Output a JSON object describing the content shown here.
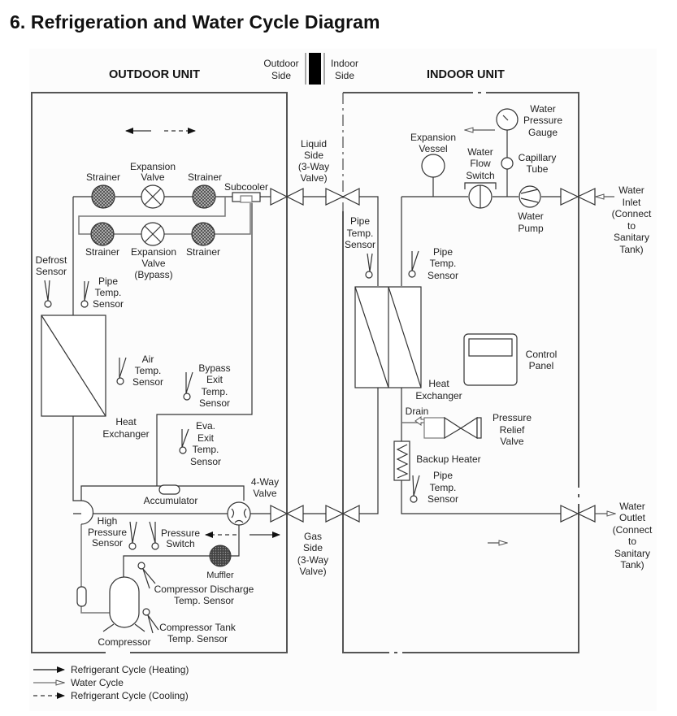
{
  "title": "6. Refrigeration and Water Cycle Diagram",
  "headers": {
    "outdoor_unit": "OUTDOOR UNIT",
    "indoor_unit": "INDOOR UNIT",
    "outdoor_side": [
      "Outdoor",
      "Side"
    ],
    "indoor_side": [
      "Indoor",
      "Side"
    ]
  },
  "outdoor": {
    "strainer": "Strainer",
    "expansion_valve": [
      "Expansion",
      "Valve"
    ],
    "expansion_valve_bypass": [
      "Expansion",
      "Valve",
      "(Bypass)"
    ],
    "subcooler": "Subcooler",
    "defrost_sensor": [
      "Defrost",
      "Sensor"
    ],
    "pipe_temp_sensor": [
      "Pipe",
      "Temp.",
      "Sensor"
    ],
    "air_temp_sensor": [
      "Air",
      "Temp.",
      "Sensor"
    ],
    "bypass_exit_temp_sensor": [
      "Bypass",
      "Exit",
      "Temp.",
      "Sensor"
    ],
    "heat_exchanger": [
      "Heat",
      "Exchanger"
    ],
    "eva_exit_temp_sensor": [
      "Eva.",
      "Exit",
      "Temp.",
      "Sensor"
    ],
    "accumulator": "Accumulator",
    "four_way_valve": [
      "4-Way",
      "Valve"
    ],
    "high_pressure_sensor": [
      "High",
      "Pressure",
      "Sensor"
    ],
    "pressure_switch": [
      "Pressure",
      "Switch"
    ],
    "muffler": "Muffler",
    "compressor_discharge_temp_sensor": [
      "Compressor Discharge",
      "Temp. Sensor"
    ],
    "compressor_tank_temp_sensor": [
      "Compressor Tank",
      "Temp. Sensor"
    ],
    "compressor": "Compressor"
  },
  "connections": {
    "liquid_side": [
      "Liquid",
      "Side",
      "(3-Way",
      "Valve)"
    ],
    "gas_side": [
      "Gas",
      "Side",
      "(3-Way",
      "Valve)"
    ]
  },
  "indoor": {
    "pipe_temp_sensor": [
      "Pipe",
      "Temp.",
      "Sensor"
    ],
    "expansion_vessel": [
      "Expansion",
      "Vessel"
    ],
    "water_flow_switch": [
      "Water",
      "Flow",
      "Switch"
    ],
    "water_pressure_gauge": [
      "Water",
      "Pressure",
      "Gauge"
    ],
    "capillary_tube": [
      "Capillary",
      "Tube"
    ],
    "water_pump": [
      "Water",
      "Pump"
    ],
    "water_inlet": [
      "Water",
      "Inlet",
      "(Connect",
      "to",
      "Sanitary",
      "Tank)"
    ],
    "heat_exchanger": [
      "Heat",
      "Exchanger"
    ],
    "control_panel": [
      "Control",
      "Panel"
    ],
    "drain": "Drain",
    "pressure_relief_valve": [
      "Pressure",
      "Relief",
      "Valve"
    ],
    "backup_heater": "Backup Heater",
    "water_outlet": [
      "Water",
      "Outlet",
      "(Connect",
      "to",
      "Sanitary",
      "Tank)"
    ]
  },
  "legend": [
    {
      "label": "Refrigerant Cycle (Heating)",
      "style": "solid-arrow"
    },
    {
      "label": "Water Cycle",
      "style": "hollow-arrow"
    },
    {
      "label": "Refrigerant Cycle (Cooling)",
      "style": "dashed-arrow"
    }
  ]
}
